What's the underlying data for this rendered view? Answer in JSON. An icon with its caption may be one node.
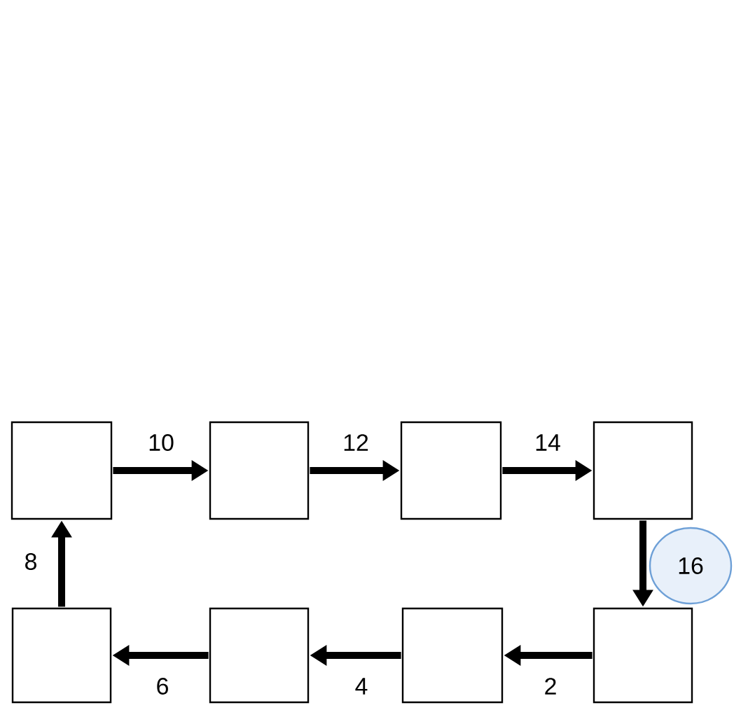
{
  "diagram": {
    "nodes": [
      {
        "text": [],
        "shape": "box"
      },
      {
        "text": [],
        "shape": "box"
      },
      {
        "text": [],
        "shape": "box"
      },
      {
        "text": [],
        "shape": "box"
      },
      {
        "text": [],
        "shape": "box"
      },
      {
        "text": [],
        "shape": "box"
      },
      {
        "text": [],
        "shape": "box"
      },
      {
        "text": [],
        "shape": "box"
      },
      {
        "text": [
          "16"
        ]
      }
    ],
    "edges": [
      {
        "from": 0,
        "to": 1,
        "arrow": "to",
        "label": "10"
      },
      {
        "from": 1,
        "to": 2,
        "arrow": "to",
        "label": "12"
      },
      {
        "from": 2,
        "to": 3,
        "arrow": "to",
        "label": "14"
      },
      {
        "from": 3,
        "to": 7,
        "arrow": "to"
      },
      {
        "from": 7,
        "to": 6,
        "arrow": "to",
        "label": "2"
      },
      {
        "from": 6,
        "to": 5,
        "arrow": "to",
        "label": "4"
      },
      {
        "from": 5,
        "to": 4,
        "arrow": "to",
        "label": "6"
      },
      {
        "from": 4,
        "to": 0,
        "arrow": "to",
        "label": "8"
      }
    ]
  }
}
